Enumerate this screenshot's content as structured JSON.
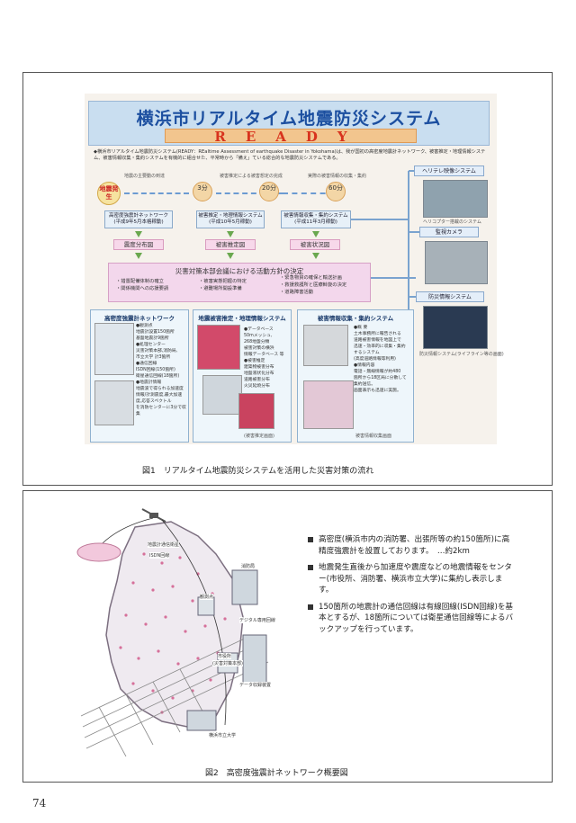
{
  "figure1": {
    "title": "横浜市リアルタイム地震防災システム",
    "ready": "READY",
    "intro": "◆横浜市リアルタイム地震防災システム(READY：REaltime Assessment of earthquake Disaster in Yokohama)は、我が国初の高密度地震計ネットワーク、被害推定・地理情報システム、被害情報収集・集約システムを有機的に組合せた、平常時から「備え」ている総合的な地震防災システムである。",
    "timeline_labels": [
      "地震の主要動の到達",
      "被害推定による被害想定の完成",
      "実際の被害情報の収集・集約"
    ],
    "quake": "地震発生",
    "bubbles": [
      "3分",
      "20分",
      "60分"
    ],
    "systems": [
      {
        "name": "高密度強震計ネットワーク",
        "date": "(平成9年5月本格稼動)"
      },
      {
        "name": "被害推定・地理情報システム",
        "date": "(平成10年5月稼動)"
      },
      {
        "name": "被害情報収集・集約システム",
        "date": "(平成11年3月稼動)"
      }
    ],
    "outputs": [
      "震度分布図",
      "被害推定図",
      "被害状況図"
    ],
    "decision_title": "災害対策本部会議における活動方針の決定",
    "decision_items": [
      "・措置配備体制の確立",
      "・関係機関への応援要請",
      "・被害実態把握の特定",
      "・避難場所開設準備",
      "・緊急物資の確保と輸送計画",
      "・救援救護所と医療斡旋の決定",
      "・道路障害活動"
    ],
    "right": {
      "heli": "ヘリテレ映像システム",
      "heli_sub": "ヘリコプター搭載のシステム",
      "camera": "監視カメラ",
      "info": "防災情報システム",
      "info_sub": "防災情報システム(ライフライン等の画面)"
    },
    "panels": [
      {
        "title": "高密度強震計ネットワーク",
        "items": [
          "●観測点",
          "地震計設置150箇所",
          "基盤地震計9箇所",
          "●処理センター",
          "災害対策本部,消防局,",
          "市立大学 計3箇所",
          "●通信回線",
          "ISDN回線(150箇所)",
          "衛星通信回線(18箇所)",
          "●地震計情報",
          "地震波で得られる加速度",
          "情報/計測震度,最大加速",
          "度,応答スペクトル",
          "を消防センターに3分で収集"
        ]
      },
      {
        "title": "地震被害推定・地理情報システム",
        "items": [
          "●データベース",
          "50mメッシュ,",
          "268地盤分類",
          "被害対策の横浜",
          "情報データベース 等",
          "●被害推定",
          "建築物被害分布",
          "地盤液状化分布",
          "道路被害分布",
          "火災延焼分布"
        ]
      },
      {
        "title": "被害情報収集・集約システム",
        "items": [
          "●概 要",
          "土木事務所に報告される",
          "道路被害情報を地図上で",
          "迅速・効率的に収集・集約",
          "するシステム",
          "(高度道路情報等利用)",
          "●情報内容",
          "電話・無線情報が約480",
          "箇所から18区局に分散して",
          "集約送信。",
          "画面表示も迅速に実施。"
        ]
      }
    ],
    "map_captions": [
      "被害情報収集画面",
      "(被害推定画面)"
    ],
    "caption": "図1　リアルタイム地震防災システムを活用した災害対策の流れ"
  },
  "figure2": {
    "labels": {
      "satellite": "地震計通信衛星",
      "isdn": "ISDN回線",
      "fire": "消防局",
      "digital": "デジタル専用回線",
      "cityhall": "市役所",
      "hq": "(災害対策本部)",
      "data": "データ収録装置",
      "univ": "横浜市立大学",
      "station": "観測点"
    },
    "bullets": [
      "高密度(横浜市内の消防署、出張所等の約150箇所)に高精度強震計を設置しております。　…約2km",
      "地震発生直後から加速度や震度などの地震情報をセンター(市役所、消防署、横浜市立大学)に集約し表示します。",
      "150箇所の地震計の通信回線は有線回線(ISDN回線)を基本とするが、18箇所については衛星通信回線等によるバックアップを行っています。"
    ],
    "caption": "図2　高密度強震計ネットワーク概要図"
  },
  "page_number": "74",
  "colors": {
    "title_blue": "#1c4fa0",
    "ready_red": "#d8321d",
    "pink": "#f3d7ec",
    "panel_blue": "#eef6fb"
  }
}
